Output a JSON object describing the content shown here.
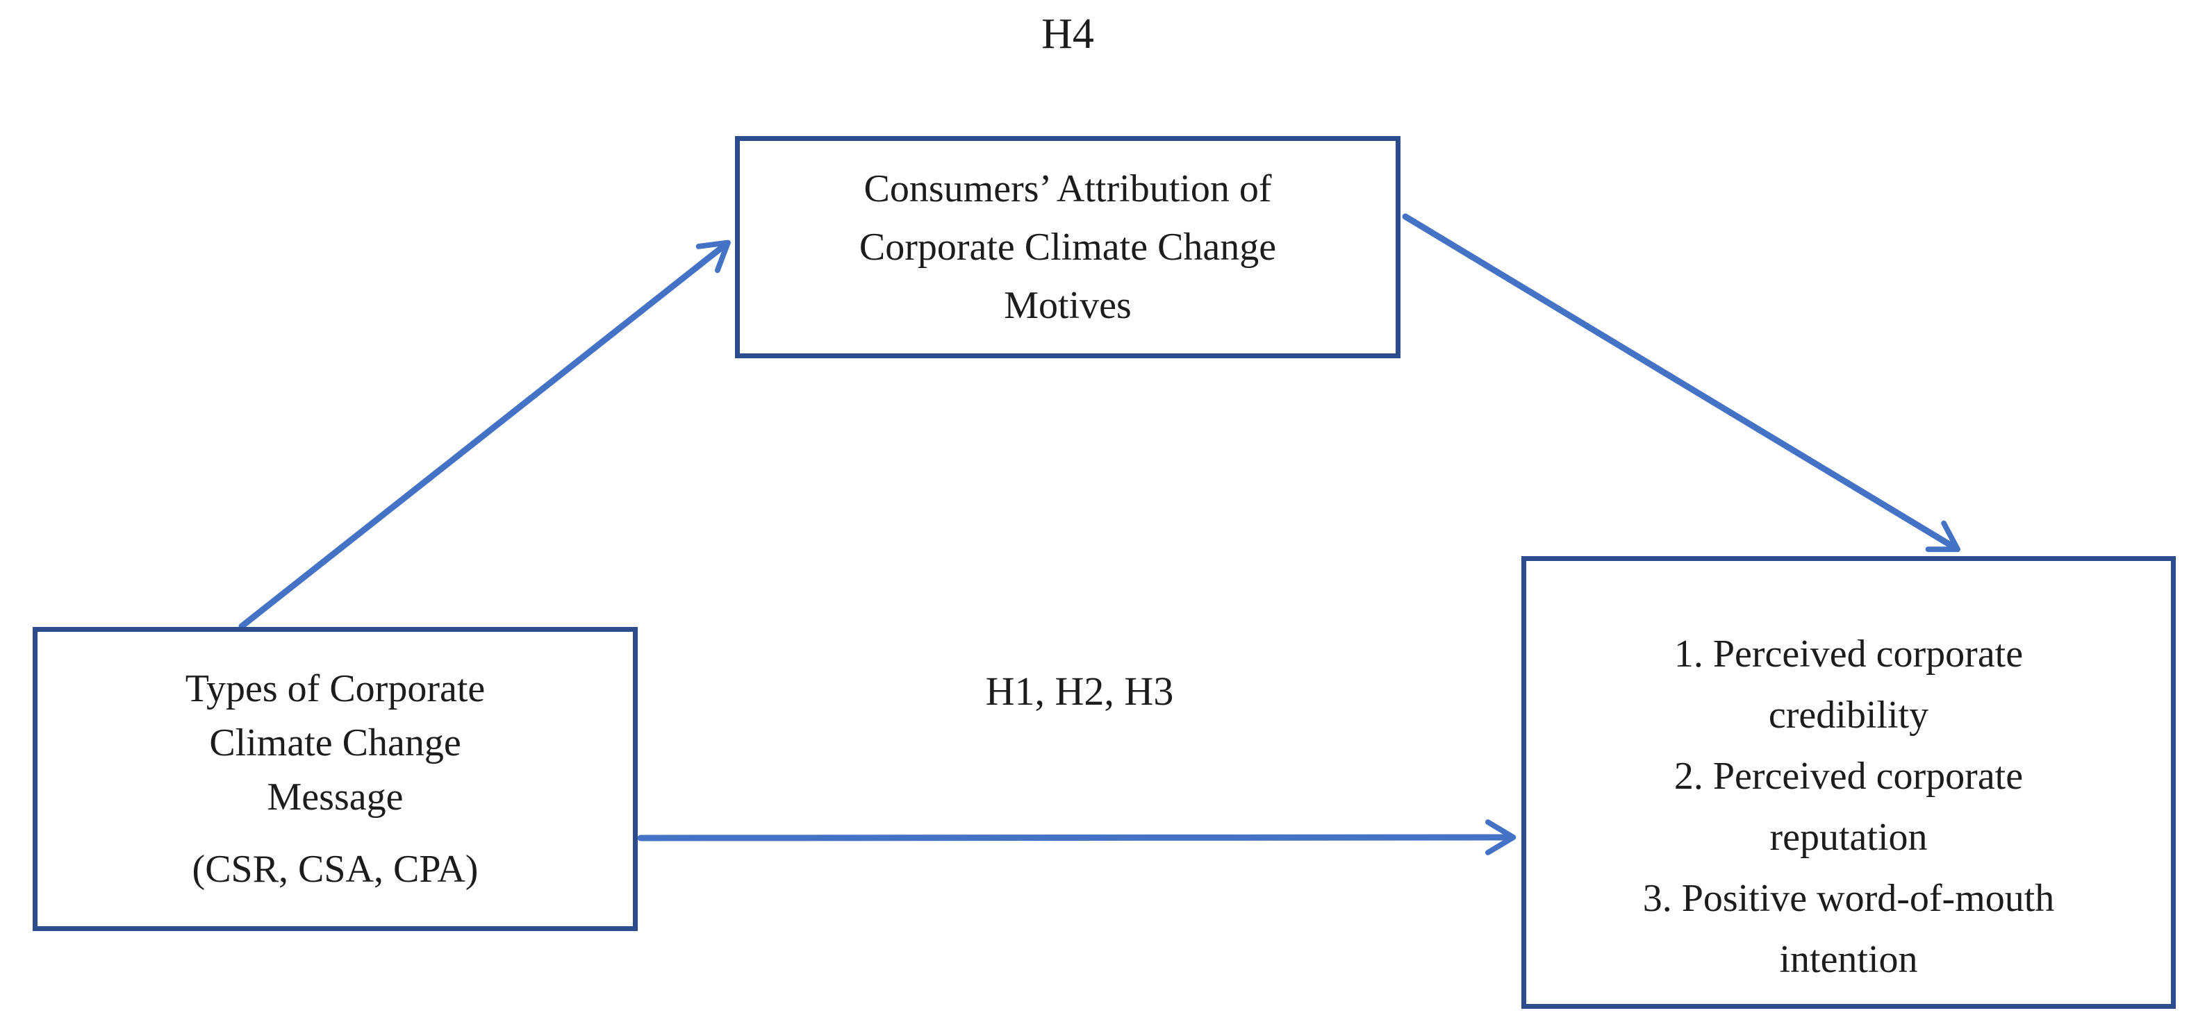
{
  "diagram": {
    "labels": {
      "mediation_path": "H4",
      "direct_path": "H1, H2, H3"
    },
    "mediator_box": {
      "lines": [
        "Consumers’ Attribution of",
        "Corporate Climate Change",
        "Motives"
      ]
    },
    "antecedent_box": {
      "lines": [
        "Types of Corporate",
        "Climate Change",
        "Message"
      ],
      "subline": "(CSR, CSA, CPA)"
    },
    "outcome_box": {
      "items": [
        {
          "lines": [
            "1. Perceived corporate",
            "credibility"
          ]
        },
        {
          "lines": [
            "2. Perceived corporate",
            "reputation"
          ]
        },
        {
          "lines": [
            "3. Positive word-of-mouth",
            "intention"
          ]
        }
      ]
    },
    "colors": {
      "background": "#ffffff",
      "box_border": "#2b4d8e",
      "arrow": "#4472c4",
      "text": "#1c1c1c"
    }
  }
}
